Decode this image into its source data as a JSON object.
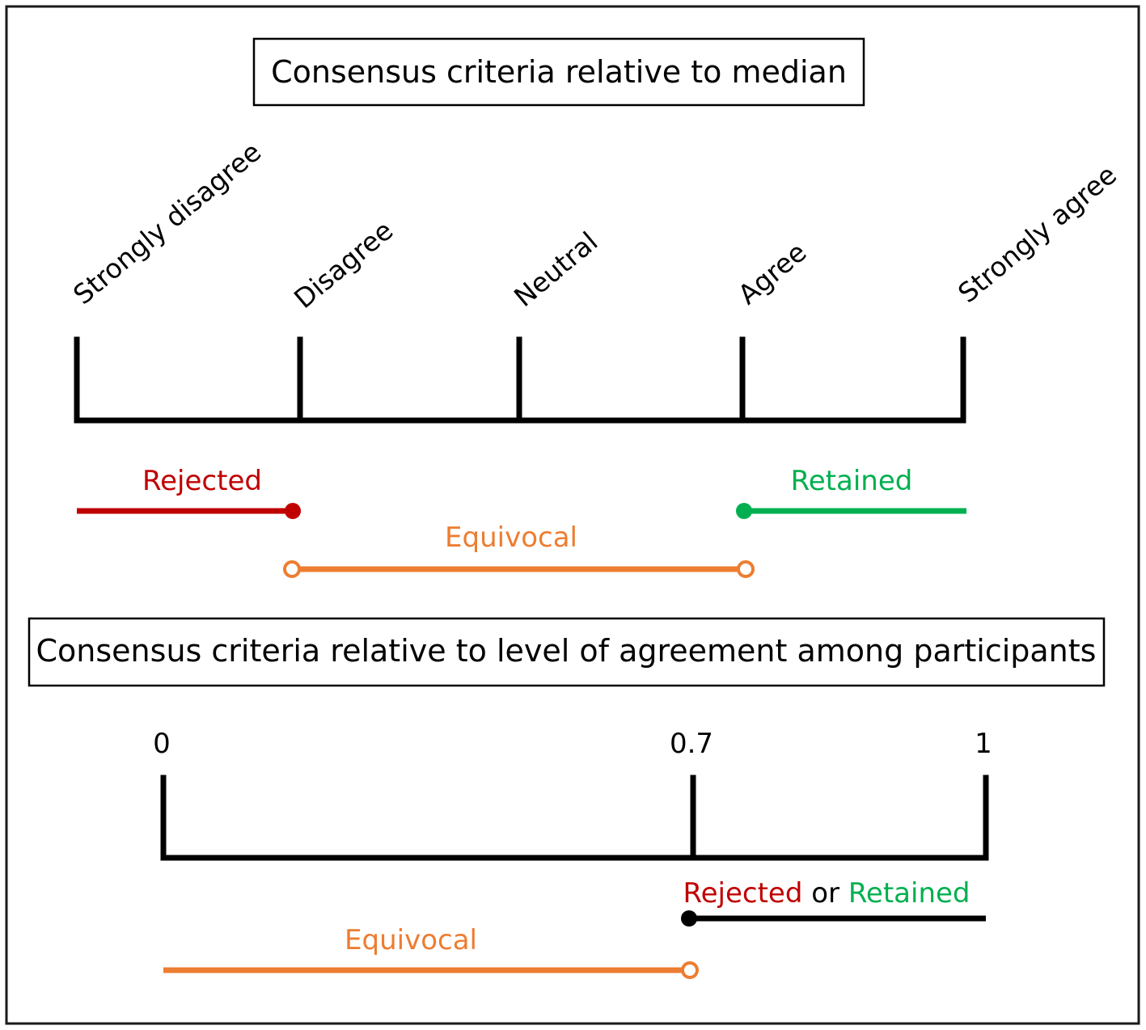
{
  "median_section": {
    "title": "Consensus criteria relative to median",
    "scale_labels": [
      "Strongly disagree",
      "Disagree",
      "Neutral",
      "Agree",
      "Strongly agree"
    ],
    "rejected_label": "Rejected",
    "retained_label": "Retained",
    "equivocal_label": "Equivocal"
  },
  "agreement_section": {
    "title": "Consensus criteria relative to level of agreement among participants",
    "tick_labels": [
      "0",
      "0.7",
      "1"
    ],
    "rejected_word": "Rejected",
    "or_word": "or",
    "retained_word": "Retained",
    "equivocal_label": "Equivocal"
  },
  "colors": {
    "rejected": "#c00000",
    "retained": "#00b050",
    "equivocal": "#ed7d31",
    "axis": "#000000"
  }
}
